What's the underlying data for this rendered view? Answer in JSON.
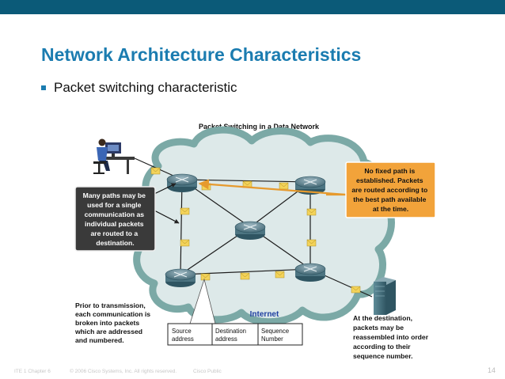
{
  "slide": {
    "title": "Network Architecture Characteristics",
    "bullet": "Packet switching characteristic",
    "page_number": "14"
  },
  "diagram": {
    "title": "Packet Switching in a Data Network",
    "cloud_label": "Internet",
    "callout_left_lines": [
      "Many paths may be",
      "used for a single",
      "communication as",
      "individual packets",
      "are routed to a",
      "destination."
    ],
    "callout_right_lines": [
      "No fixed path is",
      "established. Packets",
      "are routed according to",
      "the best path available",
      "at the time."
    ],
    "note_prior_lines": [
      "Prior to transmission,",
      "each communication is",
      "broken into packets",
      "which are addressed",
      "and numbered."
    ],
    "note_destination_lines": [
      "At the destination,",
      "packets may be",
      "reassembled into order",
      "according to their",
      "sequence number."
    ],
    "packet_header": [
      {
        "line1": "Source",
        "line2": "address"
      },
      {
        "line1": "Destination",
        "line2": "address"
      },
      {
        "line1": "Sequence",
        "line2": "Number"
      }
    ]
  },
  "footer": {
    "course": "ITE 1 Chapter 6",
    "copyright": "© 2006 Cisco Systems, Inc. All rights reserved.",
    "classification": "Cisco Public"
  },
  "colors": {
    "title_blue": "#1b7cb0",
    "top_bar": "#0b5a78",
    "cloud_fill": "#dde9e9",
    "cloud_outline": "#7ba9a6",
    "callout_left": "#3a3a3a",
    "callout_right": "#f2a33a",
    "arrow_orange": "#e69a2e",
    "packet_yellow": "#f3d35a"
  }
}
